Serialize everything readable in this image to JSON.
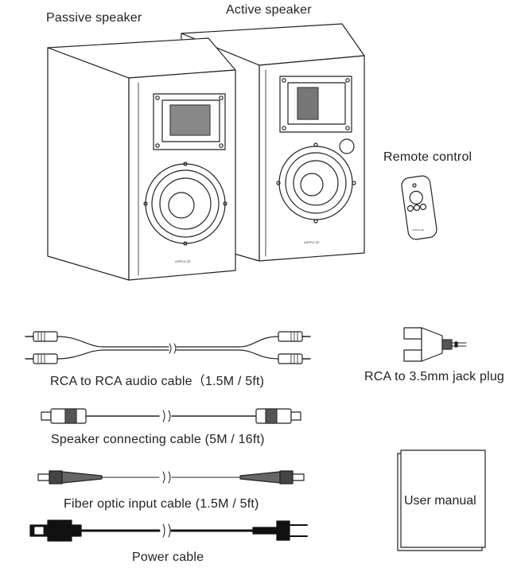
{
  "labels": {
    "passive_speaker": "Passive speaker",
    "active_speaker": "Active speaker",
    "remote_control": "Remote control",
    "rca_cable": "RCA to RCA audio cable（1.5M / 5ft)",
    "rca_jack": "RCA to 3.5mm jack plug",
    "speaker_cable": "Speaker connecting cable (5M / 16ft)",
    "fiber_cable": "Fiber optic input cable (1.5M / 5ft)",
    "power_cable": "Power cable",
    "user_manual": "User manual"
  }
}
